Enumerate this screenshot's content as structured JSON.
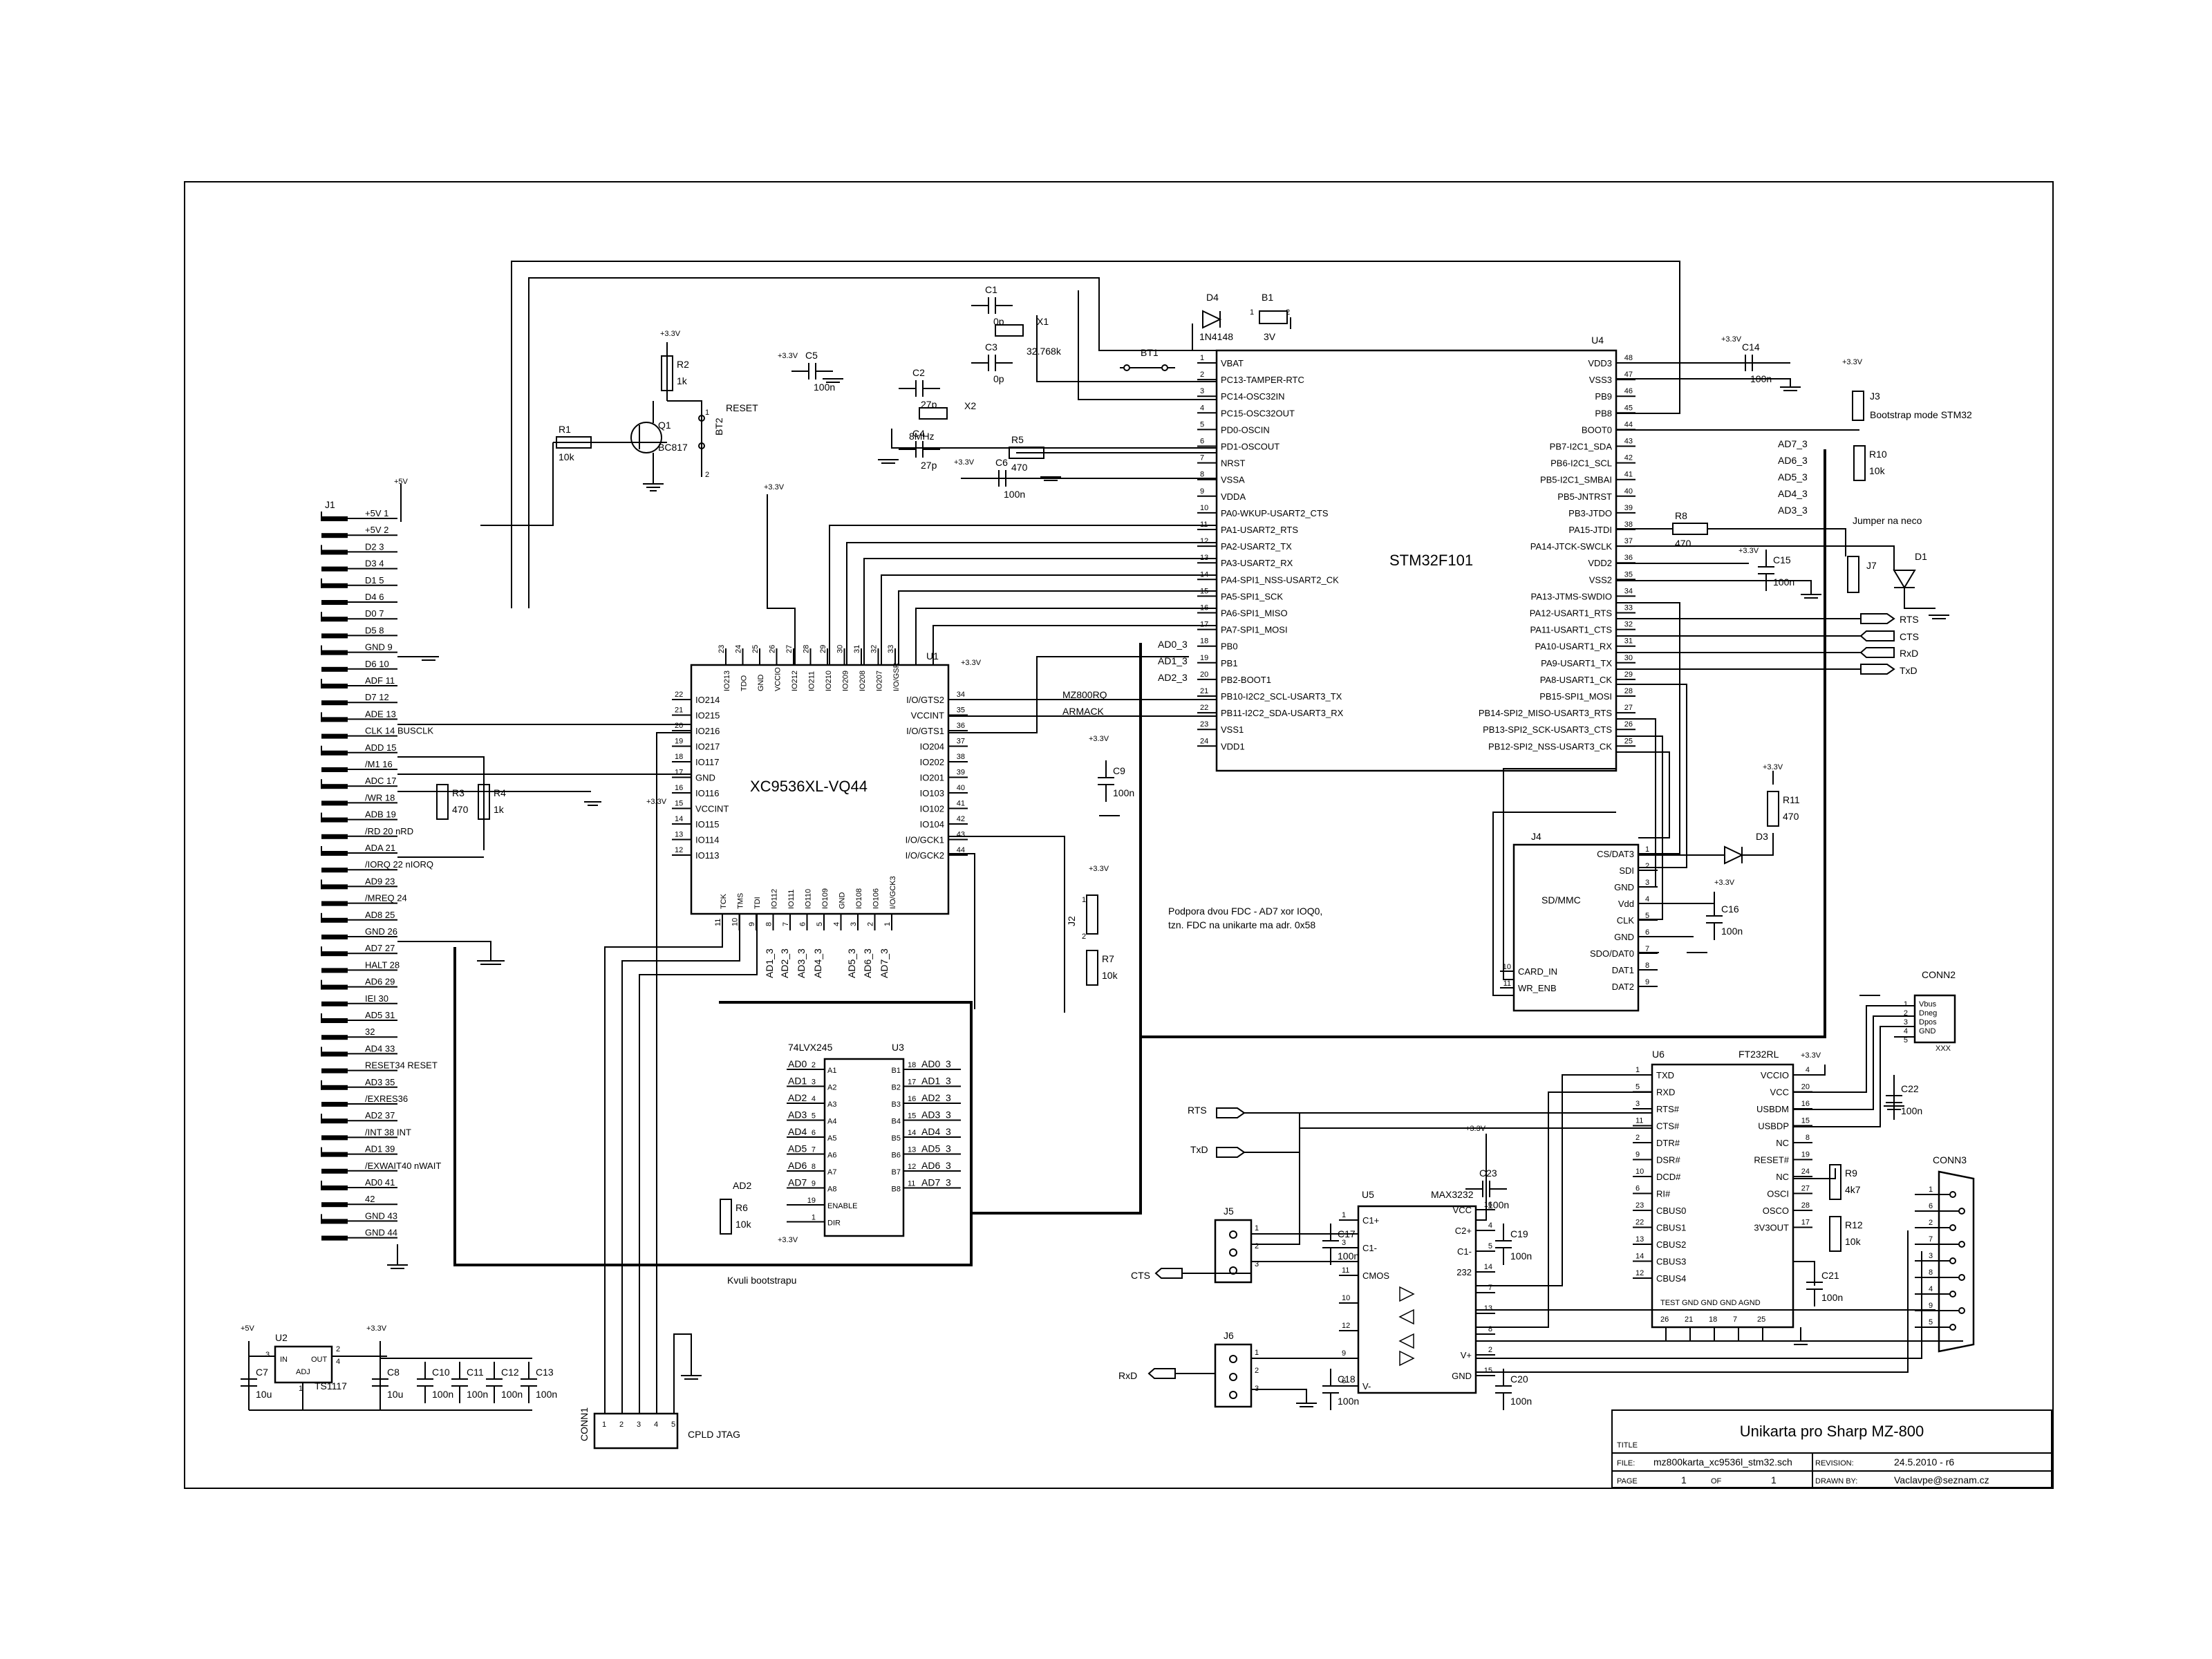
{
  "schematic": {
    "title_block": {
      "title": "Unikarta pro Sharp MZ-800",
      "title_label": "TITLE",
      "file_label": "FILE:",
      "file": "mz800karta_xc9536l_stm32.sch",
      "revision_label": "REVISION:",
      "revision": "24.5.2010 - r6",
      "page_label": "PAGE",
      "page": "1",
      "of_label": "OF",
      "pages": "1",
      "drawn_by_label": "DRAWN BY:",
      "drawn_by": "Vaclavpe@seznam.cz"
    },
    "u4": {
      "ref": "U4",
      "name": "STM32F101",
      "left_pins": [
        {
          "n": "1",
          "l": "VBAT"
        },
        {
          "n": "2",
          "l": "PC13-TAMPER-RTC"
        },
        {
          "n": "3",
          "l": "PC14-OSC32IN"
        },
        {
          "n": "4",
          "l": "PC15-OSC32OUT"
        },
        {
          "n": "5",
          "l": "PD0-OSCIN"
        },
        {
          "n": "6",
          "l": "PD1-OSCOUT"
        },
        {
          "n": "7",
          "l": "NRST"
        },
        {
          "n": "8",
          "l": "VSSA"
        },
        {
          "n": "9",
          "l": "VDDA"
        },
        {
          "n": "10",
          "l": "PA0-WKUP-USART2_CTS"
        },
        {
          "n": "11",
          "l": "PA1-USART2_RTS"
        },
        {
          "n": "12",
          "l": "PA2-USART2_TX"
        },
        {
          "n": "13",
          "l": "PA3-USART2_RX"
        },
        {
          "n": "14",
          "l": "PA4-SPI1_NSS-USART2_CK"
        },
        {
          "n": "15",
          "l": "PA5-SPI1_SCK"
        },
        {
          "n": "16",
          "l": "PA6-SPI1_MISO"
        },
        {
          "n": "17",
          "l": "PA7-SPI1_MOSI"
        },
        {
          "n": "18",
          "l": "PB0"
        },
        {
          "n": "19",
          "l": "PB1"
        },
        {
          "n": "20",
          "l": "PB2-BOOT1"
        },
        {
          "n": "21",
          "l": "PB10-I2C2_SCL-USART3_TX"
        },
        {
          "n": "22",
          "l": "PB11-I2C2_SDA-USART3_RX"
        },
        {
          "n": "23",
          "l": "VSS1"
        },
        {
          "n": "24",
          "l": "VDD1"
        }
      ],
      "right_pins": [
        {
          "n": "48",
          "l": "VDD3"
        },
        {
          "n": "47",
          "l": "VSS3"
        },
        {
          "n": "46",
          "l": "PB9"
        },
        {
          "n": "45",
          "l": "PB8"
        },
        {
          "n": "44",
          "l": "BOOT0"
        },
        {
          "n": "43",
          "l": "PB7-I2C1_SDA"
        },
        {
          "n": "42",
          "l": "PB6-I2C1_SCL"
        },
        {
          "n": "41",
          "l": "PB5-I2C1_SMBAI"
        },
        {
          "n": "40",
          "l": "PB5-JNTRST"
        },
        {
          "n": "39",
          "l": "PB3-JTDO"
        },
        {
          "n": "38",
          "l": "PA15-JTDI"
        },
        {
          "n": "37",
          "l": "PA14-JTCK-SWCLK"
        },
        {
          "n": "36",
          "l": "VDD2"
        },
        {
          "n": "35",
          "l": "VSS2"
        },
        {
          "n": "34",
          "l": "PA13-JTMS-SWDIO"
        },
        {
          "n": "33",
          "l": "PA12-USART1_RTS"
        },
        {
          "n": "32",
          "l": "PA11-USART1_CTS"
        },
        {
          "n": "31",
          "l": "PA10-USART1_RX"
        },
        {
          "n": "30",
          "l": "PA9-USART1_TX"
        },
        {
          "n": "29",
          "l": "PA8-USART1_CK"
        },
        {
          "n": "28",
          "l": "PB15-SPI1_MOSI"
        },
        {
          "n": "27",
          "l": "PB14-SPI2_MISO-USART3_RTS"
        },
        {
          "n": "26",
          "l": "PB13-SPI2_SCK-USART3_CTS"
        },
        {
          "n": "25",
          "l": "PB12-SPI2_NSS-USART3_CK"
        }
      ]
    },
    "u1": {
      "ref": "U1",
      "name": "XC9536XL-VQ44",
      "top_pins": [
        {
          "n": "23",
          "l": "IO213"
        },
        {
          "n": "24",
          "l": "TDO"
        },
        {
          "n": "25",
          "l": "GND"
        },
        {
          "n": "26",
          "l": "VCCIO"
        },
        {
          "n": "27",
          "l": "IO212"
        },
        {
          "n": "28",
          "l": "IO211"
        },
        {
          "n": "29",
          "l": "IO210"
        },
        {
          "n": "30",
          "l": "IO209"
        },
        {
          "n": "31",
          "l": "IO208"
        },
        {
          "n": "32",
          "l": "IO207"
        },
        {
          "n": "33",
          "l": "I/O/GSR"
        }
      ],
      "left_pins": [
        {
          "n": "22",
          "l": "IO214"
        },
        {
          "n": "21",
          "l": "IO215"
        },
        {
          "n": "20",
          "l": "IO216"
        },
        {
          "n": "19",
          "l": "IO217"
        },
        {
          "n": "18",
          "l": "IO117"
        },
        {
          "n": "17",
          "l": "GND"
        },
        {
          "n": "16",
          "l": "IO116"
        },
        {
          "n": "15",
          "l": "VCCINT"
        },
        {
          "n": "14",
          "l": "IO115"
        },
        {
          "n": "13",
          "l": "IO114"
        },
        {
          "n": "12",
          "l": "IO113"
        }
      ],
      "right_pins": [
        {
          "n": "34",
          "l": "I/O/GTS2"
        },
        {
          "n": "35",
          "l": "VCCINT"
        },
        {
          "n": "36",
          "l": "I/O/GTS1"
        },
        {
          "n": "37",
          "l": "IO204"
        },
        {
          "n": "38",
          "l": "IO202"
        },
        {
          "n": "39",
          "l": "IO201"
        },
        {
          "n": "40",
          "l": "IO103"
        },
        {
          "n": "41",
          "l": "IO102"
        },
        {
          "n": "42",
          "l": "IO104"
        },
        {
          "n": "43",
          "l": "I/O/GCK1"
        },
        {
          "n": "44",
          "l": "I/O/GCK2"
        }
      ],
      "bottom_pins": [
        {
          "n": "11",
          "l": "TCK"
        },
        {
          "n": "10",
          "l": "TMS"
        },
        {
          "n": "9",
          "l": "TDI"
        },
        {
          "n": "8",
          "l": "IO112"
        },
        {
          "n": "7",
          "l": "IO111"
        },
        {
          "n": "6",
          "l": "IO110"
        },
        {
          "n": "5",
          "l": "IO109"
        },
        {
          "n": "4",
          "l": "GND"
        },
        {
          "n": "3",
          "l": "IO108"
        },
        {
          "n": "2",
          "l": "IO106"
        },
        {
          "n": "1",
          "l": "I/O/GCK3"
        }
      ]
    },
    "u3": {
      "ref": "U3",
      "name": "74LVX245",
      "left_pins": [
        {
          "n": "2",
          "l": "A1",
          "net": "AD0"
        },
        {
          "n": "3",
          "l": "A2",
          "net": "AD1"
        },
        {
          "n": "4",
          "l": "A3",
          "net": "AD2"
        },
        {
          "n": "5",
          "l": "A4",
          "net": "AD3"
        },
        {
          "n": "6",
          "l": "A5",
          "net": "AD4"
        },
        {
          "n": "7",
          "l": "A6",
          "net": "AD5"
        },
        {
          "n": "8",
          "l": "A7",
          "net": "AD6"
        },
        {
          "n": "9",
          "l": "A8",
          "net": "AD7"
        },
        {
          "n": "19",
          "l": "ENABLE",
          "net": ""
        },
        {
          "n": "1",
          "l": "DIR",
          "net": ""
        }
      ],
      "right_pins": [
        {
          "n": "18",
          "l": "B1",
          "net": "AD0_3"
        },
        {
          "n": "17",
          "l": "B2",
          "net": "AD1_3"
        },
        {
          "n": "16",
          "l": "B3",
          "net": "AD2_3"
        },
        {
          "n": "15",
          "l": "B4",
          "net": "AD3_3"
        },
        {
          "n": "14",
          "l": "B5",
          "net": "AD4_3"
        },
        {
          "n": "13",
          "l": "B6",
          "net": "AD5_3"
        },
        {
          "n": "12",
          "l": "B7",
          "net": "AD6_3"
        },
        {
          "n": "11",
          "l": "B8",
          "net": "AD7_3"
        }
      ]
    },
    "u6": {
      "ref": "U6",
      "name": "FT232RL",
      "left_pins": [
        {
          "n": "1",
          "l": "TXD"
        },
        {
          "n": "5",
          "l": "RXD"
        },
        {
          "n": "3",
          "l": "RTS#"
        },
        {
          "n": "11",
          "l": "CTS#"
        },
        {
          "n": "2",
          "l": "DTR#"
        },
        {
          "n": "9",
          "l": "DSR#"
        },
        {
          "n": "10",
          "l": "DCD#"
        },
        {
          "n": "6",
          "l": "RI#"
        },
        {
          "n": "23",
          "l": "CBUS0"
        },
        {
          "n": "22",
          "l": "CBUS1"
        },
        {
          "n": "13",
          "l": "CBUS2"
        },
        {
          "n": "14",
          "l": "CBUS3"
        },
        {
          "n": "12",
          "l": "CBUS4"
        }
      ],
      "right_pins": [
        {
          "n": "4",
          "l": "VCCIO"
        },
        {
          "n": "20",
          "l": "VCC"
        },
        {
          "n": "16",
          "l": "USBDM"
        },
        {
          "n": "15",
          "l": "USBDP"
        },
        {
          "n": "8",
          "l": "NC"
        },
        {
          "n": "19",
          "l": "RESET#"
        },
        {
          "n": "24",
          "l": "NC"
        },
        {
          "n": "27",
          "l": "OSCI"
        },
        {
          "n": "28",
          "l": "OSCO"
        },
        {
          "n": "17",
          "l": "3V3OUT"
        }
      ],
      "bottom_label": "TEST GND  GND  GND AGND",
      "bottom_pins": [
        "26",
        "21",
        "18",
        "7",
        "25"
      ]
    },
    "u5": {
      "ref": "U5",
      "name": "MAX3232",
      "left_pins": [
        {
          "n": "1",
          "l": "C1+"
        },
        {
          "n": "3",
          "l": "C1-"
        },
        {
          "n": "11",
          "l": "CMOS"
        },
        {
          "n": "10",
          "l": ""
        },
        {
          "n": "12",
          "l": ""
        },
        {
          "n": "9",
          "l": ""
        },
        {
          "n": "6",
          "l": "V-"
        }
      ],
      "right_pins": [
        {
          "n": "16",
          "l": "VCC"
        },
        {
          "n": "4",
          "l": "C2+"
        },
        {
          "n": "5",
          "l": "C1-"
        },
        {
          "n": "14",
          "l": "232"
        },
        {
          "n": "7",
          "l": ""
        },
        {
          "n": "13",
          "l": ""
        },
        {
          "n": "8",
          "l": ""
        },
        {
          "n": "2",
          "l": "V+"
        },
        {
          "n": "15",
          "l": "GND"
        }
      ]
    },
    "u2": {
      "ref": "U2",
      "name": "TS1117",
      "in": "IN",
      "out": "OUT",
      "adj": "ADJ",
      "pin3": "3",
      "pin2": "2",
      "pin4": "4",
      "pin1": "1"
    },
    "j1": {
      "ref": "J1",
      "pins": [
        "+5V 1",
        "+5V 2",
        "D2 3",
        "D3 4",
        "D1 5",
        "D4 6",
        "D0 7",
        "D5 8",
        "GND 9",
        "D6 10",
        "ADF 11",
        "D7 12",
        "ADE 13",
        "CLK 14 BUSCLK",
        "ADD 15",
        "/M1 16",
        "ADC 17",
        "/WR 18",
        "ADB 19",
        "/RD 20 nRD",
        "ADA 21",
        "/IORQ 22 nIORQ",
        "AD9 23",
        "/MREQ 24",
        "AD8 25",
        "GND 26",
        "AD7 27",
        "HALT 28",
        "AD6 29",
        "IEI 30",
        "AD5 31",
        "32",
        "AD4 33",
        "RESET34 RESET",
        "AD3 35",
        "/EXRES36",
        "AD2 37",
        "/INT 38 INT",
        "AD1 39",
        "/EXWAIT40 nWAIT",
        "AD0 41",
        "42",
        "GND 43",
        "GND 44"
      ]
    },
    "j4": {
      "ref": "J4",
      "name": "SD/MMC",
      "pins": [
        {
          "n": "1",
          "l": "CS/DAT3"
        },
        {
          "n": "2",
          "l": "SDI"
        },
        {
          "n": "3",
          "l": "GND"
        },
        {
          "n": "4",
          "l": "Vdd"
        },
        {
          "n": "5",
          "l": "CLK"
        },
        {
          "n": "6",
          "l": "GND"
        },
        {
          "n": "7",
          "l": "SDO/DAT0"
        },
        {
          "n": "8",
          "l": "DAT1"
        },
        {
          "n": "9",
          "l": "DAT2"
        }
      ],
      "left_pins": [
        {
          "n": "10",
          "l": "CARD_IN"
        },
        {
          "n": "11",
          "l": "WR_ENB"
        }
      ]
    },
    "conn2": {
      "ref": "CONN2",
      "pins": [
        {
          "n": "1",
          "l": "Vbus"
        },
        {
          "n": "2",
          "l": "Dneg"
        },
        {
          "n": "3",
          "l": "Dpos"
        },
        {
          "n": "4",
          "l": "GND"
        },
        {
          "n": "5",
          "l": ""
        }
      ],
      "shield": "XXX"
    },
    "conn3": {
      "ref": "CONN3",
      "pins": [
        "1",
        "6",
        "2",
        "7",
        "3",
        "8",
        "4",
        "9",
        "5"
      ]
    },
    "conn1": {
      "ref": "CONN1",
      "name": "CPLD JTAG",
      "pins": [
        "1",
        "2",
        "3",
        "4",
        "5"
      ]
    },
    "j3": {
      "ref": "J3",
      "label": "Bootstrap mode STM32"
    },
    "j7": {
      "ref": "J7",
      "label": "Jumper na neco"
    },
    "j2": {
      "ref": "J2",
      "p1": "1",
      "p2": "2"
    },
    "j5": {
      "ref": "J5",
      "pins": [
        "1",
        "2",
        "3"
      ]
    },
    "j6": {
      "ref": "J6",
      "pins": [
        "1",
        "2",
        "3"
      ]
    },
    "bt1": {
      "ref": "BT1"
    },
    "bt2": {
      "ref": "BT2",
      "label": "RESET",
      "p1": "1",
      "p2": "2"
    },
    "b1": {
      "ref": "B1",
      "val": "3V",
      "p1": "1",
      "p2": "2"
    },
    "d1": {
      "ref": "D1"
    },
    "d3": {
      "ref": "D3"
    },
    "d4": {
      "ref": "D4",
      "val": "1N4148"
    },
    "q1": {
      "ref": "Q1",
      "val": "BC817"
    },
    "x1": {
      "ref": "X1",
      "val": "32.768k"
    },
    "x2": {
      "ref": "X2",
      "val": "8MHz"
    },
    "resistors": [
      {
        "ref": "R1",
        "val": "10k"
      },
      {
        "ref": "R2",
        "val": "1k"
      },
      {
        "ref": "R3",
        "val": "470"
      },
      {
        "ref": "R4",
        "val": "1k"
      },
      {
        "ref": "R5",
        "val": "470"
      },
      {
        "ref": "R6",
        "val": "10k"
      },
      {
        "ref": "R7",
        "val": "10k"
      },
      {
        "ref": "R8",
        "val": "470"
      },
      {
        "ref": "R9",
        "val": "4k7"
      },
      {
        "ref": "R10",
        "val": "10k"
      },
      {
        "ref": "R11",
        "val": "470"
      },
      {
        "ref": "R12",
        "val": "10k"
      }
    ],
    "capacitors": [
      {
        "ref": "C1",
        "val": "0p"
      },
      {
        "ref": "C2",
        "val": "27p"
      },
      {
        "ref": "C3",
        "val": "0p"
      },
      {
        "ref": "C4",
        "val": "27p"
      },
      {
        "ref": "C5",
        "val": "100n"
      },
      {
        "ref": "C6",
        "val": "100n"
      },
      {
        "ref": "C7",
        "val": "10u"
      },
      {
        "ref": "C8",
        "val": "10u"
      },
      {
        "ref": "C9",
        "val": "100n"
      },
      {
        "ref": "C10",
        "val": "100n"
      },
      {
        "ref": "C11",
        "val": "100n"
      },
      {
        "ref": "C12",
        "val": "100n"
      },
      {
        "ref": "C13",
        "val": "100n"
      },
      {
        "ref": "C14",
        "val": "100n"
      },
      {
        "ref": "C15",
        "val": "100n"
      },
      {
        "ref": "C16",
        "val": "100n"
      },
      {
        "ref": "C17",
        "val": "100n"
      },
      {
        "ref": "C18",
        "val": "100n"
      },
      {
        "ref": "C19",
        "val": "100n"
      },
      {
        "ref": "C20",
        "val": "100n"
      },
      {
        "ref": "C21",
        "val": "100n"
      },
      {
        "ref": "C22",
        "val": "100n"
      },
      {
        "ref": "C23",
        "val": "100n"
      }
    ],
    "power": {
      "v33": "+3.3V",
      "v5": "+5V"
    },
    "signals": {
      "rts": "RTS",
      "cts": "CTS",
      "rxd": "RxD",
      "txd": "TxD",
      "mz800rq": "MZ800RQ",
      "armack": "ARMACK",
      "ad0_3": "AD0_3",
      "ad1_3": "AD1_3",
      "ad2_3": "AD2_3",
      "ad3_3": "AD3_3",
      "ad4_3": "AD4_3",
      "ad5_3": "AD5_3",
      "ad6_3": "AD6_3",
      "ad7_3": "AD7_3",
      "ad2": "AD2"
    },
    "notes": {
      "fdc1": "Podpora dvou FDC - AD7 xor IOQ0,",
      "fdc2": "tzn. FDC na unikarte ma adr. 0x58",
      "bootstrap": "Kvuli bootstrapu"
    }
  }
}
